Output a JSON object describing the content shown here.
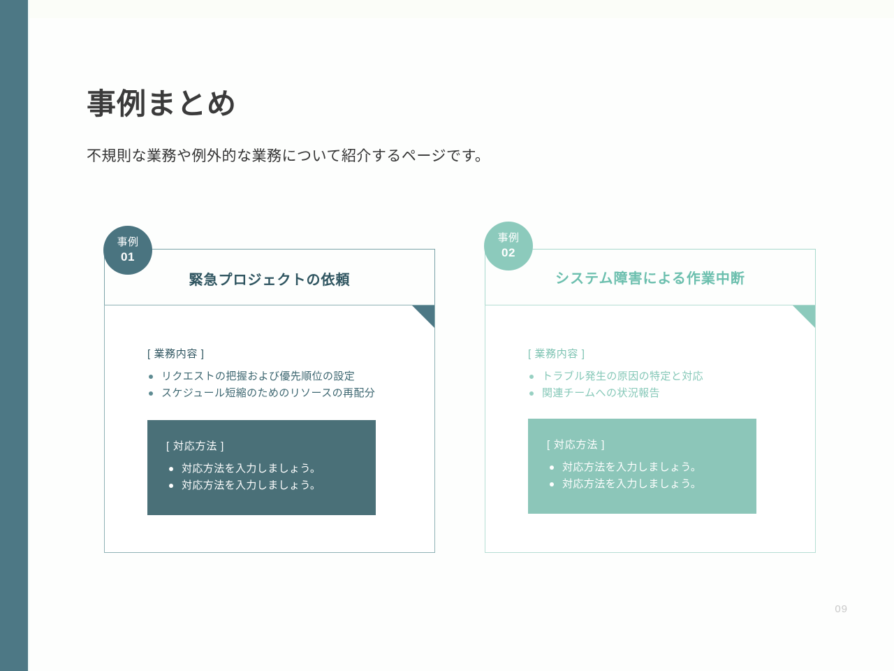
{
  "slide": {
    "title": "事例まとめ",
    "subtitle": "不規則な業務や例外的な業務について紹介するページです。",
    "page_number": "09"
  },
  "colors": {
    "stripe": "#4d7885",
    "card1_accent": "#4a7480",
    "card1_fill": "#4a7078",
    "card2_accent": "#8ccabc",
    "card2_fill": "#8cc6b9",
    "title_text": "#3b3b3b",
    "page_number": "#c9c9c9"
  },
  "cards": [
    {
      "badge_label": "事例",
      "badge_number": "01",
      "title": "緊急プロジェクトの依頼",
      "section_label": "[ 業務内容 ]",
      "bullets": [
        "リクエストの把握および優先順位の設定",
        "スケジュール短縮のためのリソースの再配分"
      ],
      "answer_label": "[ 対応方法 ]",
      "answer_bullets": [
        "対応方法を入力しましょう。",
        "対応方法を入力しましょう。"
      ]
    },
    {
      "badge_label": "事例",
      "badge_number": "02",
      "title": "システム障害による作業中断",
      "section_label": "[ 業務内容 ]",
      "bullets": [
        "トラブル発生の原因の特定と対応",
        "関連チームへの状況報告"
      ],
      "answer_label": "[ 対応方法 ]",
      "answer_bullets": [
        "対応方法を入力しましょう。",
        "対応方法を入力しましょう。"
      ]
    }
  ]
}
